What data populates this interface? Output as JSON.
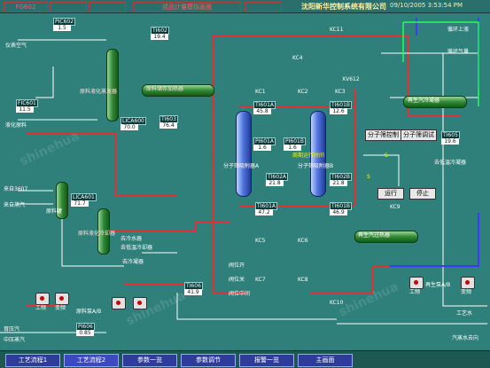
{
  "header": {
    "boxes": [
      "FG602",
      "",
      "",
      "成品计量",
      "",
      ""
    ],
    "title_center": "成品计量模拟画面",
    "company": "沈阳新华控制系统有限公司",
    "timestamp": "09/10/2005 3:53:54 PM"
  },
  "tags": [
    {
      "id": "t1",
      "tag": "PIC602",
      "val": "1.5"
    },
    {
      "id": "t2",
      "tag": "TI602",
      "val": "19.4"
    },
    {
      "id": "t3",
      "tag": "FIC601",
      "val": "11.5"
    },
    {
      "id": "t4",
      "tag": "LICA600",
      "val": "70.0"
    },
    {
      "id": "t5",
      "tag": "TI603",
      "val": "76.4"
    },
    {
      "id": "t6",
      "tag": "TI601A",
      "val": "45.8"
    },
    {
      "id": "t7",
      "tag": "TI601B",
      "val": "12.6"
    },
    {
      "id": "t8",
      "tag": "PI601A",
      "val": "1.6"
    },
    {
      "id": "t9",
      "tag": "PI601B",
      "val": "1.6"
    },
    {
      "id": "t10",
      "tag": "TI602A",
      "val": "21.8"
    },
    {
      "id": "t11",
      "tag": "TI602B",
      "val": "21.8"
    },
    {
      "id": "t12",
      "tag": "TI605",
      "val": "19.6"
    },
    {
      "id": "t13",
      "tag": "LICA601",
      "val": "71.7"
    },
    {
      "id": "t14",
      "tag": "TI601A",
      "val": "47.2"
    },
    {
      "id": "t15",
      "tag": "TI601B",
      "val": "46.9"
    },
    {
      "id": "t16",
      "tag": "TI606",
      "val": "41.9"
    },
    {
      "id": "t17",
      "tag": "PI606",
      "val": "0.85"
    }
  ],
  "labels": {
    "l1": "仪表空气",
    "l2": "液化原料",
    "l3": "来自3607",
    "l4": "来自蒸汽",
    "l5": "原料罐",
    "l6": "原料液化蒸发器",
    "l7": "原料液化冷却器",
    "l8": "原料储存加热器",
    "l9": "分子筛吸附器A",
    "l10": "分子筛吸附器B",
    "l11": "周期运行时间",
    "l12": "再生汽冷凝器",
    "l13": "分子筛控制",
    "l14": "分子筛调试",
    "l15": "去低温冷凝器",
    "l16": "循环上液",
    "l17": "循环气量",
    "l18": "再生汽过热器",
    "l19": "去冷水器",
    "l20": "去低温冷却器",
    "l21": "阀位开",
    "l22": "阀位关",
    "l23": "阀位中间",
    "l24": "工频",
    "l25": "变频",
    "l26": "原料泵A/B",
    "l27": "工频",
    "l28": "变频",
    "l29": "再生泵A/B",
    "l30": "工艺水",
    "l31": "汽蒸水去向",
    "l32": "育压汽",
    "l33": "中压蒸汽",
    "l34": "去冷凝器",
    "l35": "KC1",
    "l36": "KC2",
    "l37": "KC3",
    "l38": "KC4",
    "l39": "KC5",
    "l40": "KC6",
    "l41": "KC7",
    "l42": "KC8",
    "l43": "KC9",
    "l44": "KC10",
    "l45": "KC11",
    "l46": "XV612",
    "l47": "S",
    "l48": "S"
  },
  "buttons": {
    "run": "运行",
    "stop": "停止"
  },
  "nav": [
    "工艺流程1",
    "工艺流程2",
    "参数一览",
    "参数调节",
    "报警一览",
    "主画面"
  ],
  "watermark": "shinehua"
}
